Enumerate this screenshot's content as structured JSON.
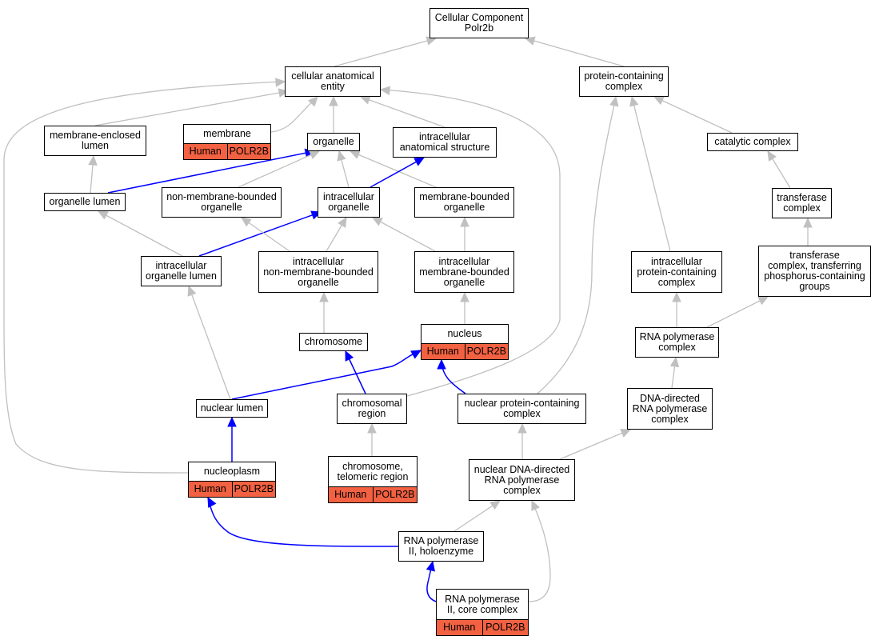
{
  "colors": {
    "gray_edge": "#c0c0c0",
    "blue_edge": "#0000ff",
    "annotation_fill": "#f26141"
  },
  "nodes": {
    "root": {
      "lines": [
        "Cellular Component",
        "Polr2b"
      ]
    },
    "cae": {
      "lines": [
        "cellular anatomical",
        "entity"
      ]
    },
    "pcc": {
      "lines": [
        "protein-containing",
        "complex"
      ]
    },
    "mel": {
      "lines": [
        "membrane-enclosed",
        "lumen"
      ]
    },
    "membrane": {
      "lines": [
        "membrane"
      ],
      "annotation": [
        "Human",
        "POLR2B"
      ]
    },
    "organelle": {
      "lines": [
        "organelle"
      ]
    },
    "ias": {
      "lines": [
        "intracellular",
        "anatomical structure"
      ]
    },
    "catalytic": {
      "lines": [
        "catalytic complex"
      ]
    },
    "olumen": {
      "lines": [
        "organelle lumen"
      ]
    },
    "nmbo": {
      "lines": [
        "non-membrane-bounded",
        "organelle"
      ]
    },
    "io": {
      "lines": [
        "intracellular",
        "organelle"
      ]
    },
    "mbo": {
      "lines": [
        "membrane-bounded",
        "organelle"
      ]
    },
    "transferase": {
      "lines": [
        "transferase",
        "complex"
      ]
    },
    "iol": {
      "lines": [
        "intracellular",
        "organelle lumen"
      ]
    },
    "inmbo": {
      "lines": [
        "intracellular",
        "non-membrane-bounded",
        "organelle"
      ]
    },
    "imbo": {
      "lines": [
        "intracellular",
        "membrane-bounded",
        "organelle"
      ]
    },
    "ipcc": {
      "lines": [
        "intracellular",
        "protein-containing",
        "complex"
      ]
    },
    "tcppg": {
      "lines": [
        "transferase",
        "complex, transferring",
        "phosphorus-containing",
        "groups"
      ]
    },
    "chromosome": {
      "lines": [
        "chromosome"
      ]
    },
    "nucleus": {
      "lines": [
        "nucleus"
      ],
      "annotation": [
        "Human",
        "POLR2B"
      ]
    },
    "rnapc": {
      "lines": [
        "RNA polymerase",
        "complex"
      ]
    },
    "nlumen": {
      "lines": [
        "nuclear lumen"
      ]
    },
    "cregion": {
      "lines": [
        "chromosomal",
        "region"
      ]
    },
    "npcc": {
      "lines": [
        "nuclear protein-containing",
        "complex"
      ]
    },
    "ddrnap": {
      "lines": [
        "DNA-directed",
        "RNA polymerase",
        "complex"
      ]
    },
    "nucleoplasm": {
      "lines": [
        "nucleoplasm"
      ],
      "annotation": [
        "Human",
        "POLR2B"
      ]
    },
    "ctr": {
      "lines": [
        "chromosome,",
        "telomeric region"
      ],
      "annotation": [
        "Human",
        "POLR2B"
      ]
    },
    "nddrnap": {
      "lines": [
        "nuclear DNA-directed",
        "RNA polymerase",
        "complex"
      ]
    },
    "rnap2h": {
      "lines": [
        "RNA polymerase",
        "II, holoenzyme"
      ]
    },
    "rnap2cc": {
      "lines": [
        "RNA polymerase",
        "II, core complex"
      ],
      "annotation": [
        "Human",
        "POLR2B"
      ]
    }
  }
}
